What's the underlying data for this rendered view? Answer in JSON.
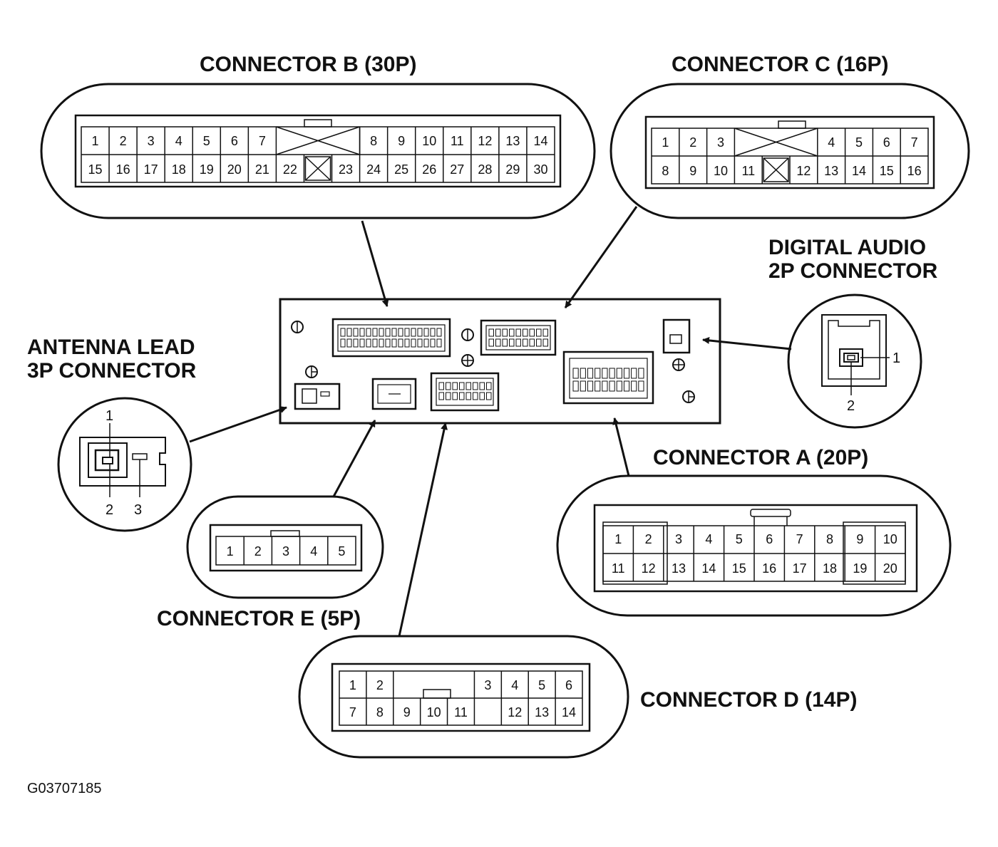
{
  "labels": {
    "connector_b": "CONNECTOR B (30P)",
    "connector_c": "CONNECTOR C (16P)",
    "digital_audio_line1": "DIGITAL AUDIO",
    "digital_audio_line2": "2P CONNECTOR",
    "antenna_line1": "ANTENNA LEAD",
    "antenna_line2": "3P CONNECTOR",
    "connector_a": "CONNECTOR A (20P)",
    "connector_e": "CONNECTOR E (5P)",
    "connector_d": "CONNECTOR D (14P)",
    "figure_code": "G03707185"
  },
  "connector_b": {
    "row1": [
      "1",
      "2",
      "3",
      "4",
      "5",
      "6",
      "7",
      "8",
      "9",
      "10",
      "11",
      "12",
      "13",
      "14"
    ],
    "row2": [
      "15",
      "16",
      "17",
      "18",
      "19",
      "20",
      "21",
      "22",
      "23",
      "24",
      "25",
      "26",
      "27",
      "28",
      "29",
      "30"
    ]
  },
  "connector_c": {
    "row1": [
      "1",
      "2",
      "3",
      "4",
      "5",
      "6",
      "7"
    ],
    "row2": [
      "8",
      "9",
      "10",
      "11",
      "12",
      "13",
      "14",
      "15",
      "16"
    ]
  },
  "connector_a": {
    "row1": [
      "1",
      "2",
      "3",
      "4",
      "5",
      "6",
      "7",
      "8",
      "9",
      "10"
    ],
    "row2": [
      "11",
      "12",
      "13",
      "14",
      "15",
      "16",
      "17",
      "18",
      "19",
      "20"
    ]
  },
  "connector_e": {
    "pins": [
      "1",
      "2",
      "3",
      "4",
      "5"
    ]
  },
  "connector_d": {
    "row1": [
      "1",
      "2",
      "3",
      "4",
      "5",
      "6"
    ],
    "row2": [
      "7",
      "8",
      "9",
      "10",
      "11",
      "12",
      "13",
      "14"
    ]
  },
  "digital_audio": {
    "pins": [
      "1",
      "2"
    ]
  },
  "antenna": {
    "pins": [
      "1",
      "2",
      "3"
    ]
  }
}
